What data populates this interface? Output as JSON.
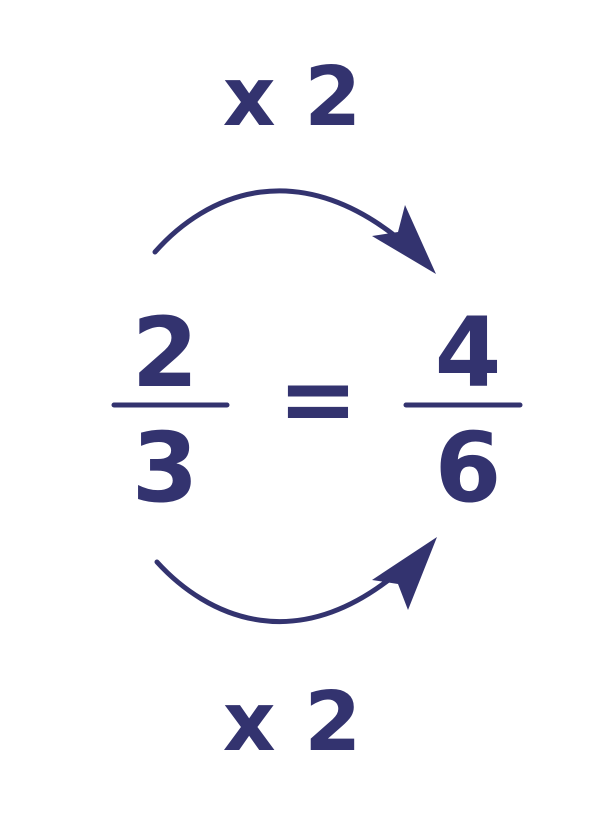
{
  "colors": {
    "ink": "#33336f",
    "background": "#ffffff"
  },
  "top_label": "x 2",
  "bottom_label": "x 2",
  "left_fraction": {
    "numerator": "2",
    "denominator": "3"
  },
  "equals": "=",
  "right_fraction": {
    "numerator": "4",
    "denominator": "6"
  },
  "icons": {
    "top_arrow": "curved-arrow-right-down",
    "bottom_arrow": "curved-arrow-right-up"
  }
}
